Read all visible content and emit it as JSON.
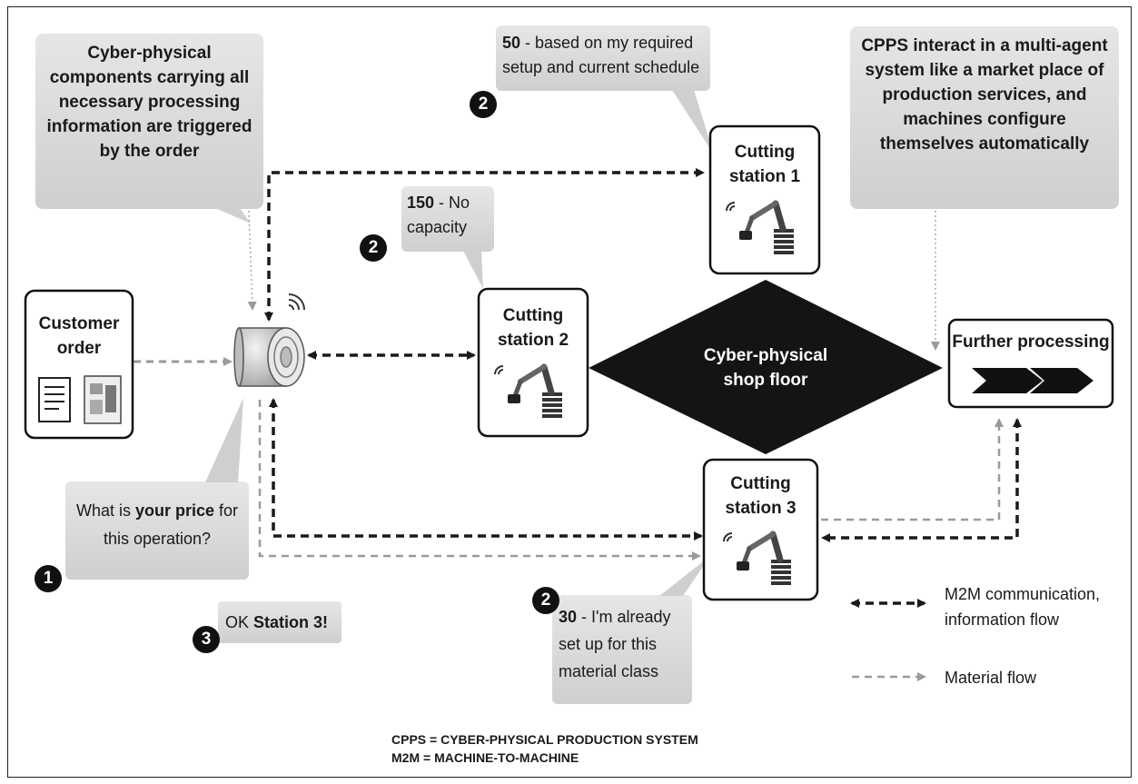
{
  "callouts": {
    "components": "Cyber-physical components carrying all necessary processing information are triggered by the order",
    "cpps_market": "CPPS interact in a multi-agent system like a market place of production services, and machines configure themselves automatically",
    "station1_bid_value": "50",
    "station1_bid_text": " - based on my required setup and current schedule",
    "station2_bid_value": "150",
    "station2_bid_text": " - No capacity",
    "station3_bid_value": "30",
    "station3_bid_text": " - I'm already set up for this material class",
    "question_pre": "What is ",
    "question_bold": "your price",
    "question_post": " for this operation?",
    "ok_pre": "OK ",
    "ok_bold": "Station 3!"
  },
  "nodes": {
    "customer_order": "Customer order",
    "station1": "Cutting station 1",
    "station2": "Cutting station 2",
    "station3": "Cutting station 3",
    "shop_floor": "Cyber-physical shop floor",
    "further_processing": "Further processing"
  },
  "steps": {
    "one": "1",
    "two": "2",
    "three": "3"
  },
  "legend": {
    "m2m": "M2M communication, information flow",
    "material": "Material flow"
  },
  "footnotes": {
    "cpps": "CPPS = CYBER-PHYSICAL PRODUCTION SYSTEM",
    "m2m": "M2M = MACHINE-TO-MACHINE"
  },
  "colors": {
    "info_flow": "#1a1a1a",
    "material_flow": "#9a9a9a",
    "callout_fill": "#d9d9d9",
    "diamond": "#141414"
  }
}
